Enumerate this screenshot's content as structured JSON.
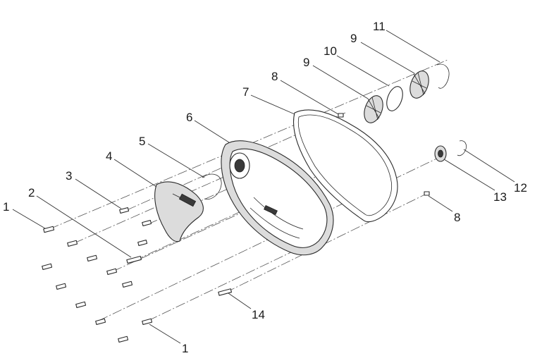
{
  "callouts": [
    {
      "id": "c1a",
      "text": "1"
    },
    {
      "id": "c2",
      "text": "2"
    },
    {
      "id": "c3",
      "text": "3"
    },
    {
      "id": "c4",
      "text": "4"
    },
    {
      "id": "c5",
      "text": "5"
    },
    {
      "id": "c6",
      "text": "6"
    },
    {
      "id": "c7",
      "text": "7"
    },
    {
      "id": "c8a",
      "text": "8"
    },
    {
      "id": "c9a",
      "text": "9"
    },
    {
      "id": "c10",
      "text": "10"
    },
    {
      "id": "c9b",
      "text": "9"
    },
    {
      "id": "c11",
      "text": "11"
    },
    {
      "id": "c12",
      "text": "12"
    },
    {
      "id": "c13",
      "text": "13"
    },
    {
      "id": "c8b",
      "text": "8"
    },
    {
      "id": "c14",
      "text": "14"
    },
    {
      "id": "c1b",
      "text": "1"
    }
  ]
}
